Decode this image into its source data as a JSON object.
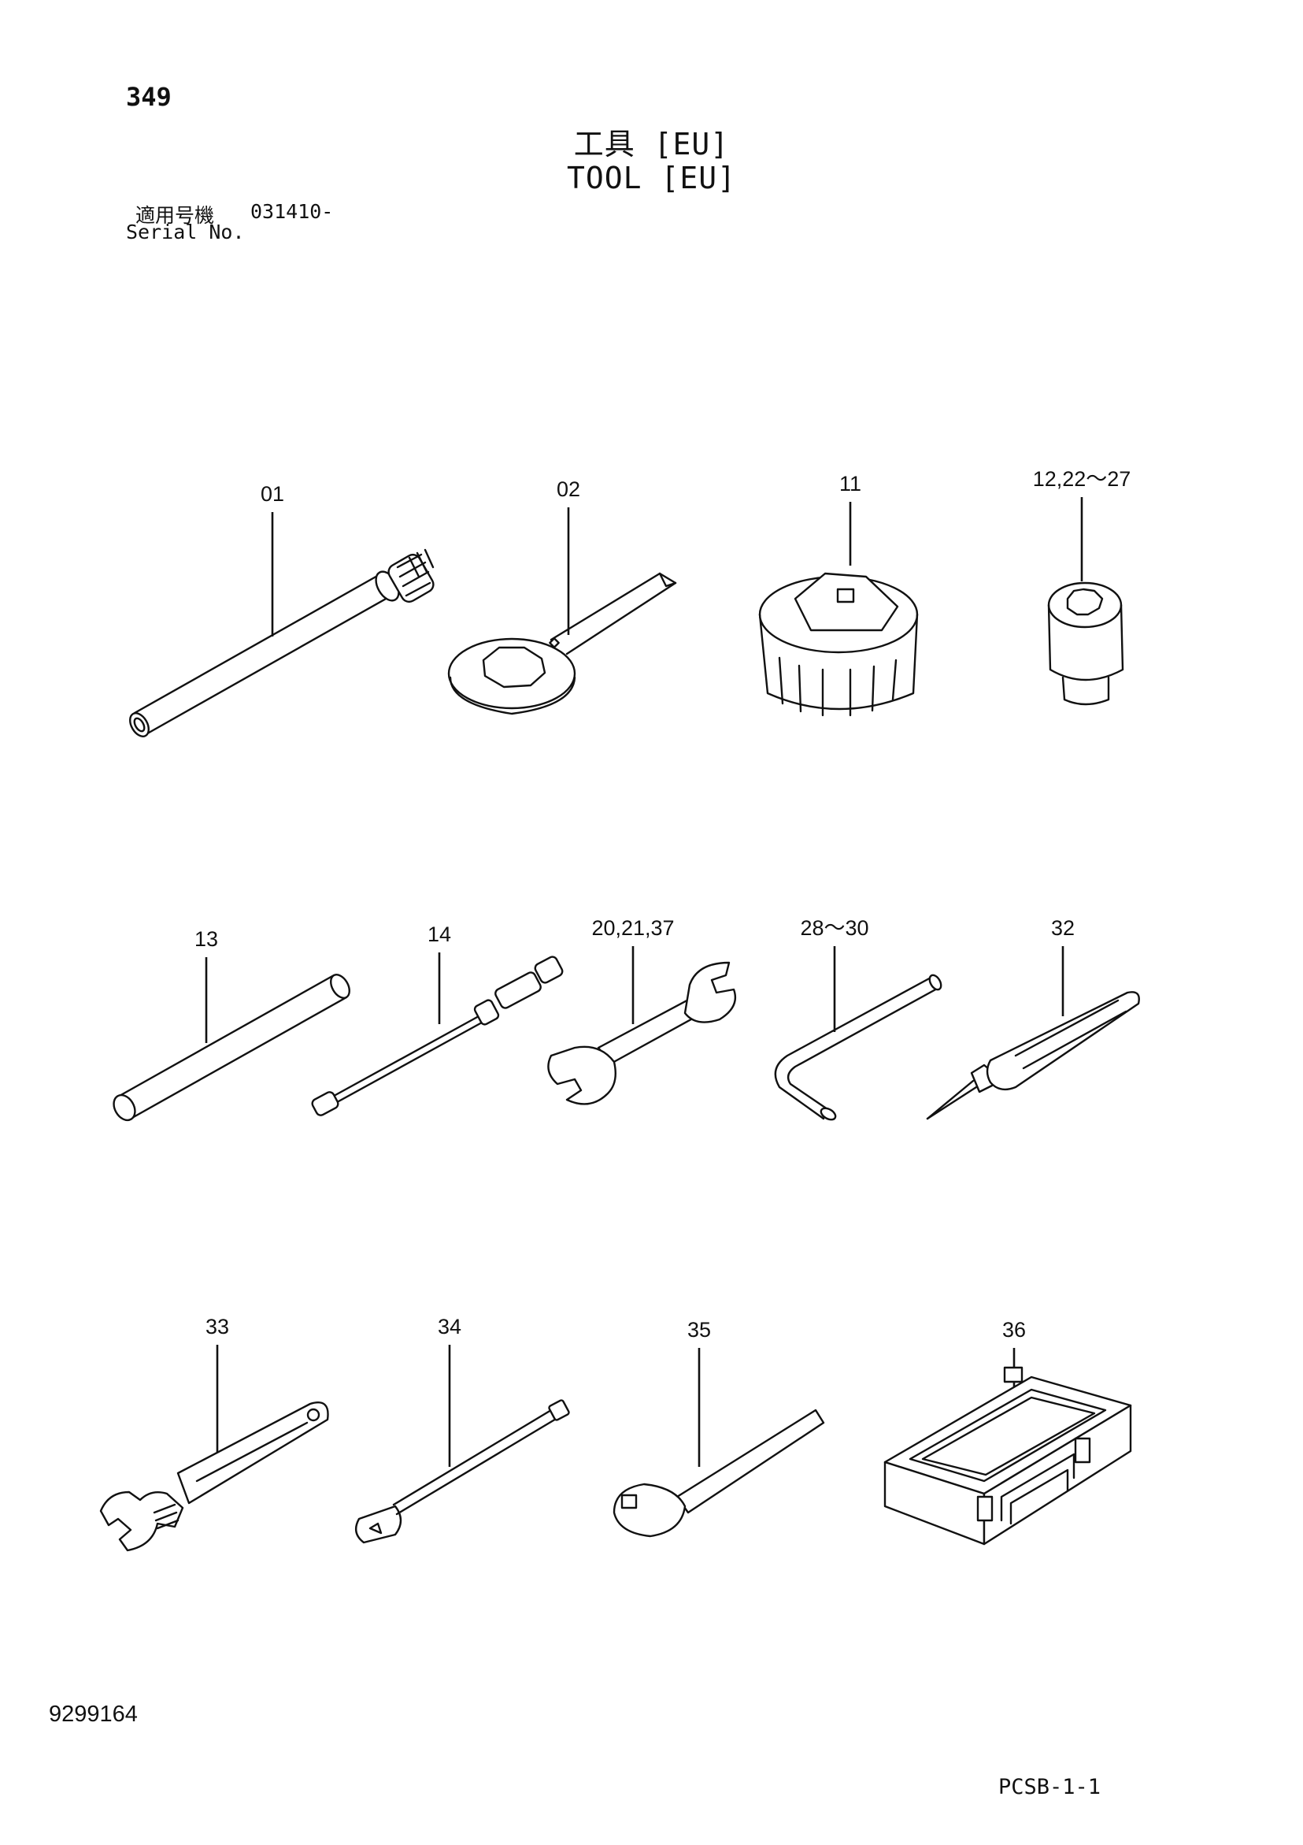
{
  "page": {
    "page_number": "349",
    "title_ja": "工具 [EU]",
    "title_en": "TOOL [EU]",
    "serial_label_ja": "適用号機",
    "serial_value": "031410-",
    "serial_label_en": "Serial No.",
    "doc_number": "9299164",
    "page_code": "PCSB-1-1"
  },
  "parts": [
    {
      "callout": "01",
      "icon": "bar-icon"
    },
    {
      "callout": "02",
      "icon": "ring-spanner-icon"
    },
    {
      "callout": "11",
      "icon": "filter-wrench-icon"
    },
    {
      "callout": "12,22～27",
      "icon": "socket-icon"
    },
    {
      "callout": "13",
      "icon": "pipe-icon"
    },
    {
      "callout": "14",
      "icon": "socket-driver-icon"
    },
    {
      "callout": "20,21,37",
      "icon": "double-open-wrench-icon"
    },
    {
      "callout": "28～30",
      "icon": "hex-key-icon"
    },
    {
      "callout": "32",
      "icon": "screwdriver-icon"
    },
    {
      "callout": "33",
      "icon": "adjustable-wrench-icon"
    },
    {
      "callout": "34",
      "icon": "extension-bar-icon"
    },
    {
      "callout": "35",
      "icon": "ratchet-handle-icon"
    },
    {
      "callout": "36",
      "icon": "tool-box-icon"
    }
  ]
}
